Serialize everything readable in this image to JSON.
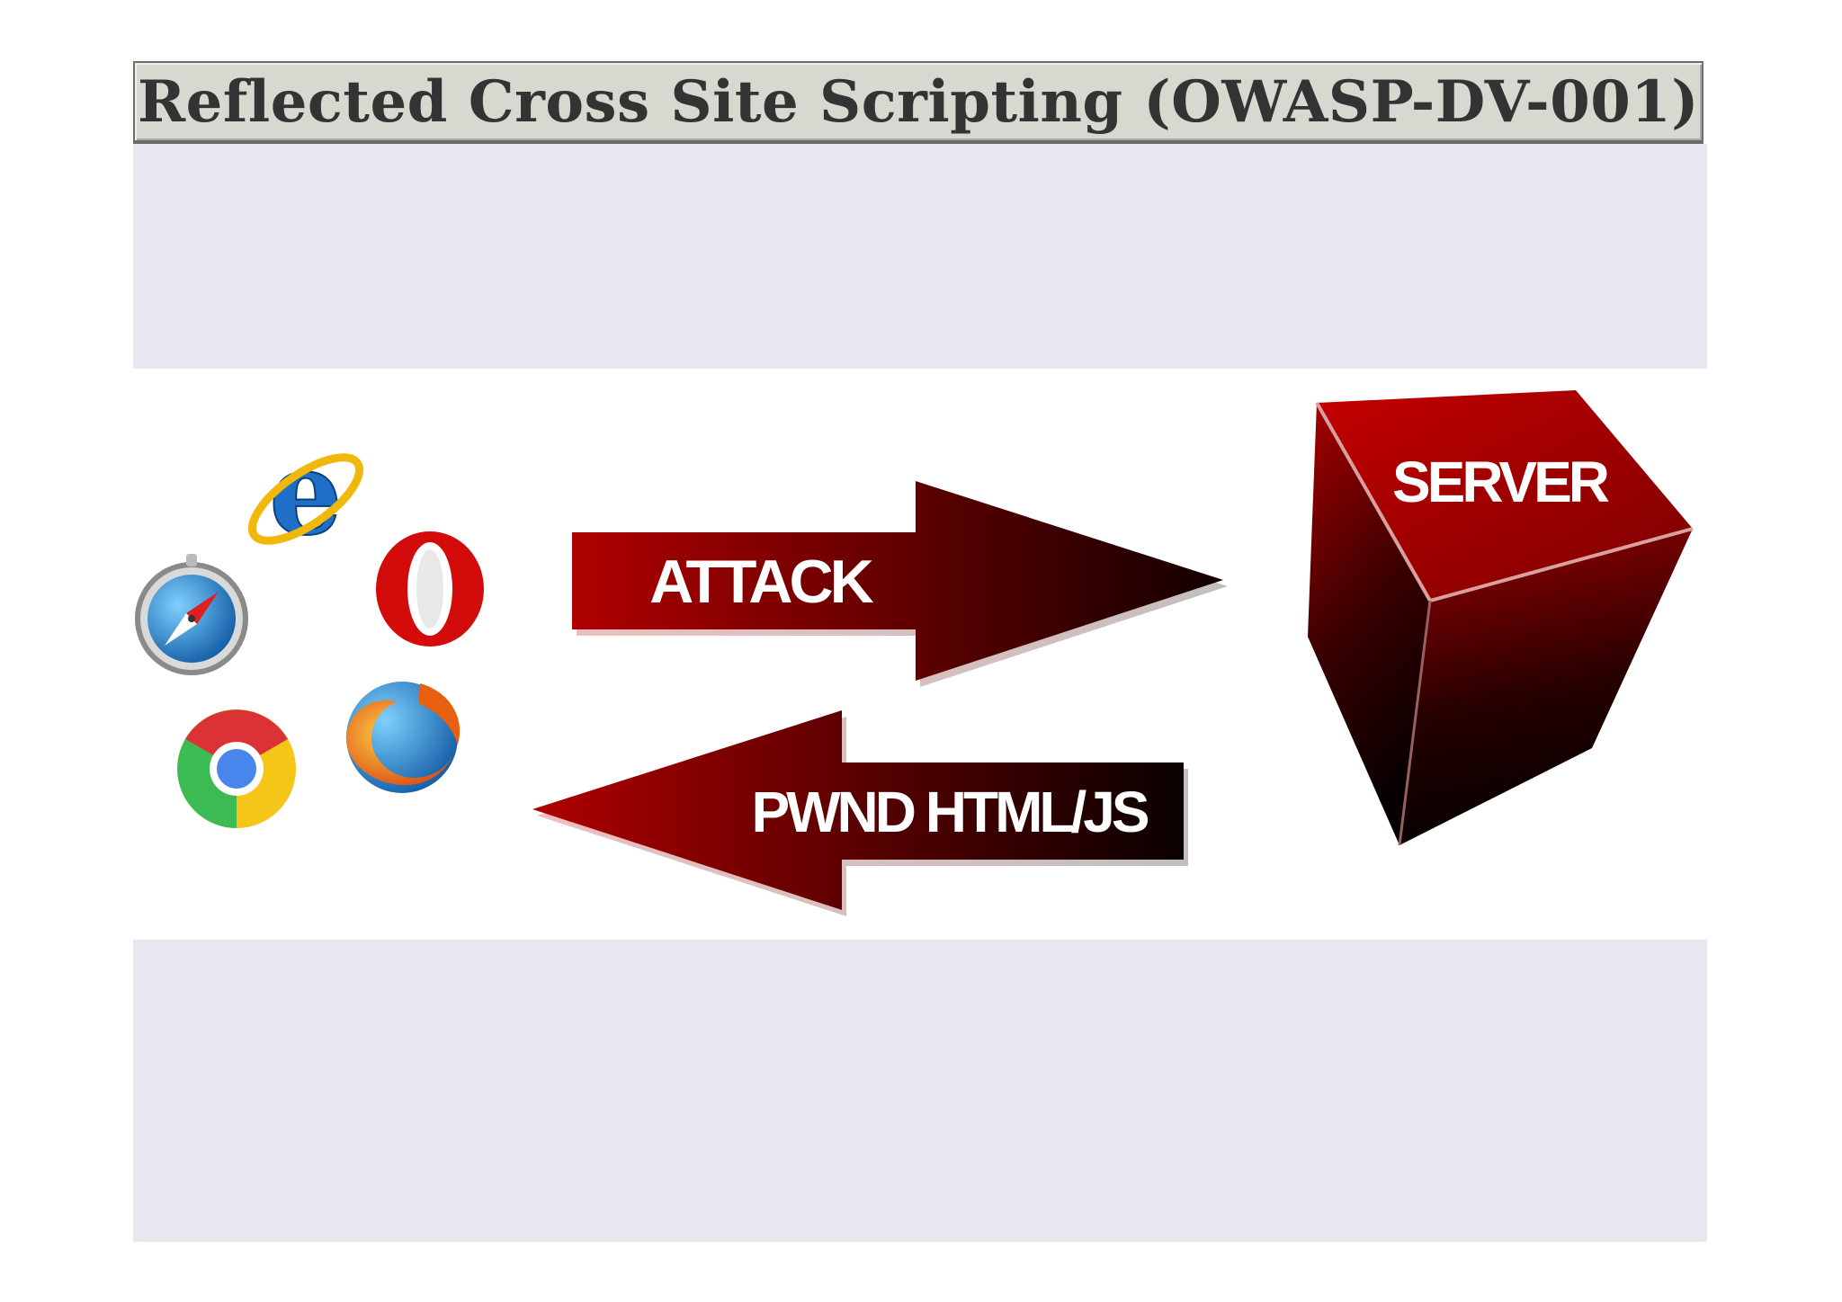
{
  "title": "Reflected Cross Site Scripting (OWASP-DV-001)",
  "diagram": {
    "attack_label": "ATTACK",
    "response_label": "PWND HTML/JS",
    "server_label": "SERVER",
    "browsers": [
      "internet-explorer",
      "opera",
      "safari",
      "firefox",
      "chrome"
    ]
  },
  "colors": {
    "title_bg": "#d8d8d0",
    "band_bg": "#e6e7ef",
    "arrow_red": "#b00000",
    "arrow_dark": "#120000",
    "server_red": "#b30000"
  }
}
